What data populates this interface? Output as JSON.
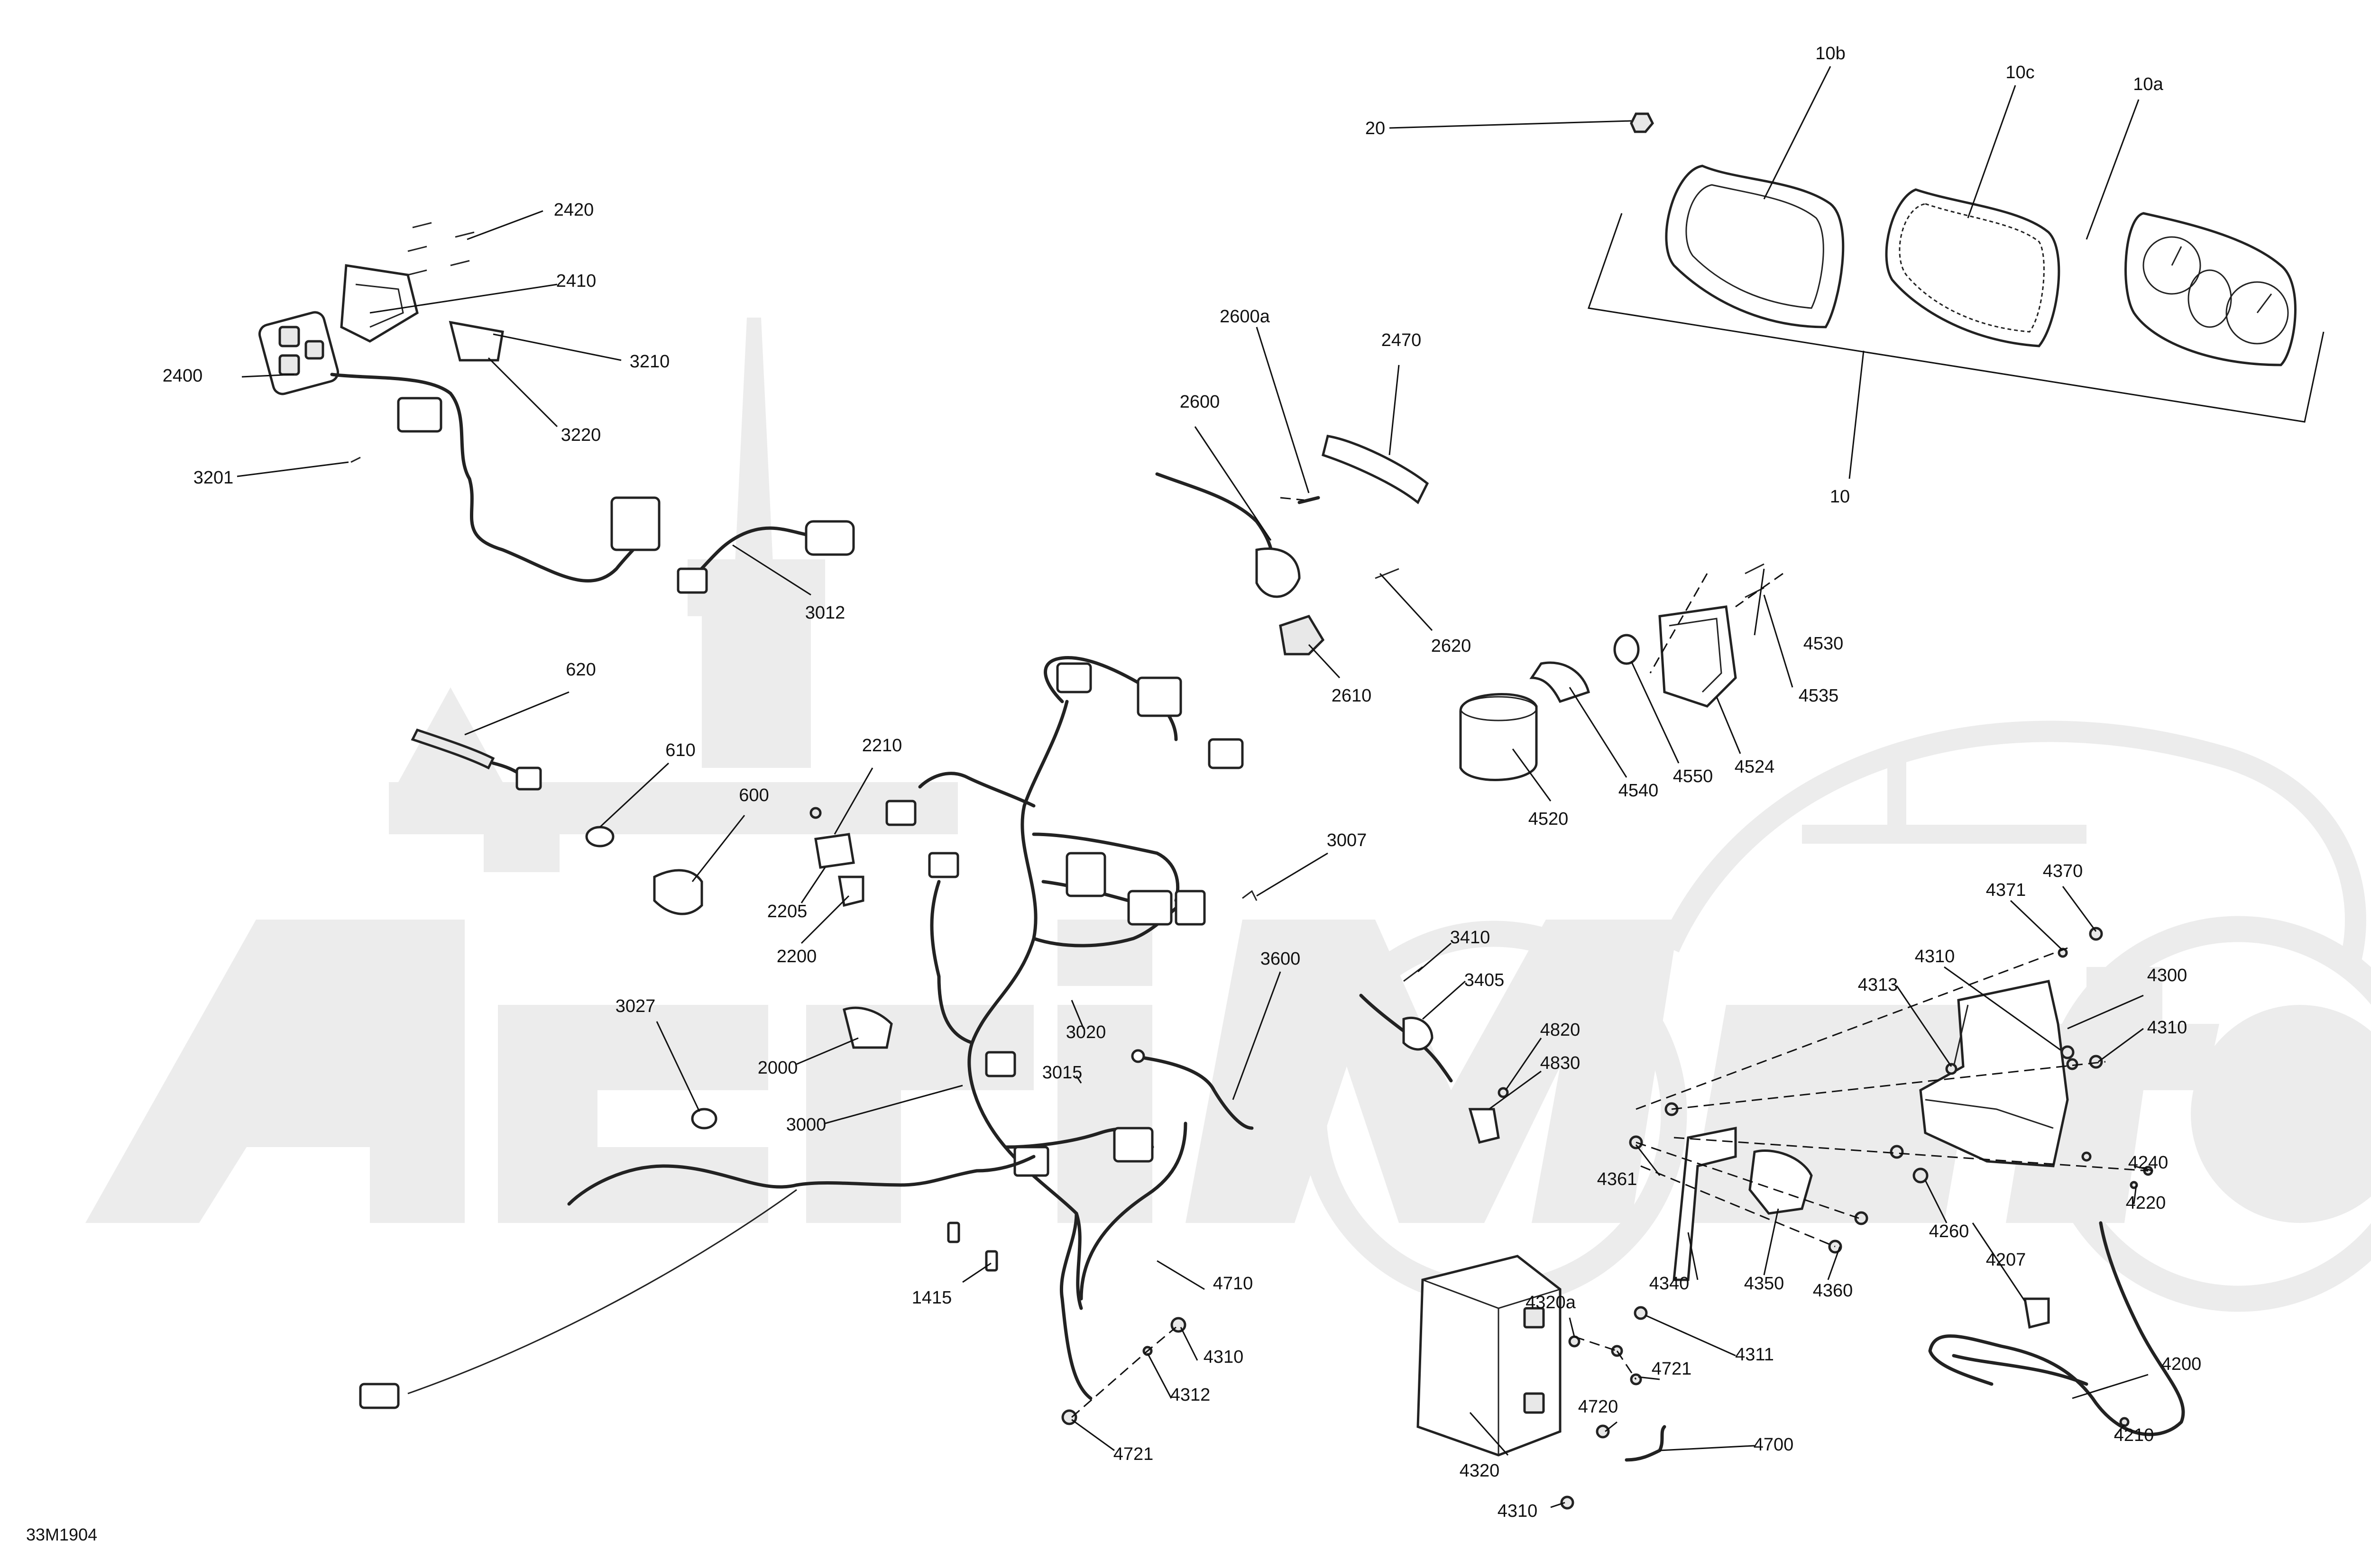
{
  "figure_code": "33M1904",
  "watermark_text": "AeriMoto",
  "callouts": [
    "10",
    "10a",
    "10b",
    "10c",
    "20",
    "2420",
    "2410",
    "2400",
    "3210",
    "3220",
    "3201",
    "3012",
    "2600a",
    "2470",
    "2600",
    "2620",
    "2610",
    "620",
    "610",
    "600",
    "2210",
    "2205",
    "2200",
    "3007",
    "4530",
    "4535",
    "4524",
    "4550",
    "4540",
    "4520",
    "3410",
    "3405",
    "3600",
    "4820",
    "4830",
    "3027",
    "2000",
    "3020",
    "3015",
    "3000",
    "4710",
    "1415",
    "4310",
    "4312",
    "4721",
    "4371",
    "4370",
    "4300",
    "4313",
    "4240",
    "4220",
    "4260",
    "4207",
    "4200",
    "4361",
    "4340",
    "4350",
    "4360",
    "4311",
    "4320a",
    "4320",
    "4700",
    "4720",
    "4210"
  ]
}
